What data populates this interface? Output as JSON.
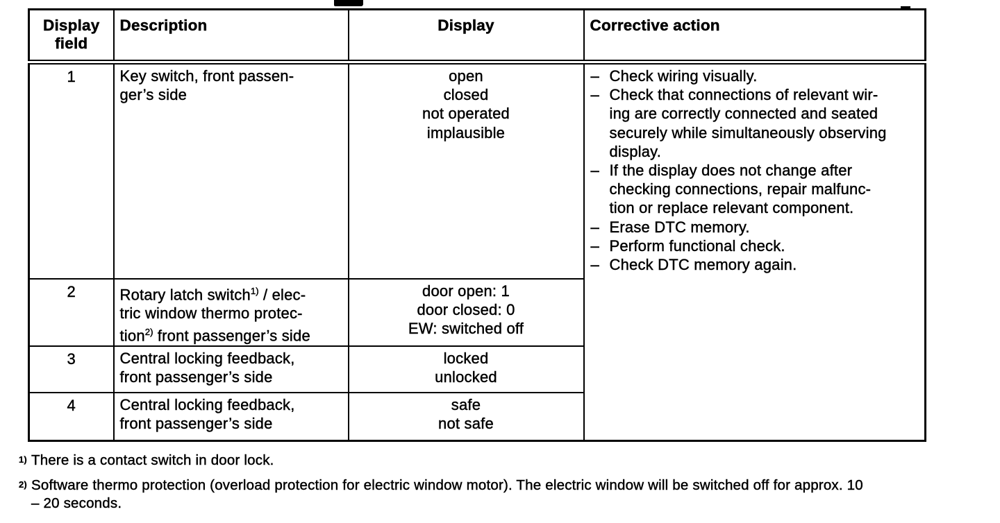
{
  "document": {
    "table": {
      "headers": {
        "display_field": "Display\nfield",
        "description": "Description",
        "display": "Display",
        "corrective_action": "Corrective action"
      },
      "rows": [
        {
          "field": "1",
          "description": [
            {
              "t": "Key switch, front passen-\nger’s side"
            }
          ],
          "display": "open\nclosed\nnot operated\nimplausible"
        },
        {
          "field": "2",
          "description": [
            {
              "t": "Rotary latch switch"
            },
            {
              "t": "1)",
              "sup": true
            },
            {
              "t": " / elec-\ntric window thermo protec-\ntion"
            },
            {
              "t": "2)",
              "sup": true
            },
            {
              "t": " front passenger’s side"
            }
          ],
          "display": "door open: 1\ndoor closed: 0\nEW: switched off"
        },
        {
          "field": "3",
          "description": [
            {
              "t": "Central locking feedback,\nfront passenger’s side"
            }
          ],
          "display": "locked\nunlocked"
        },
        {
          "field": "4",
          "description": [
            {
              "t": "Central locking feedback,\nfront passenger’s side"
            }
          ],
          "display": "safe\nnot safe"
        }
      ],
      "bullet": "–",
      "corrective_actions": [
        "Check wiring visually.",
        "Check that connections of relevant wir-\ning are correctly connected and seated\nsecurely while simultaneously observing\ndisplay.",
        "If the display does not change after\nchecking connections, repair malfunc-\ntion or replace relevant component.",
        "Erase DTC memory.",
        "Perform functional check.",
        "Check DTC memory again."
      ]
    },
    "footnotes": [
      {
        "marker": "1)",
        "text": "There is a contact switch in door lock."
      },
      {
        "marker": "2)",
        "text": "Software thermo protection (overload protection for electric window motor). The electric window will be switched off for approx. 10\n– 20 seconds."
      }
    ],
    "colors": {
      "ink": "#000000",
      "paper": "#ffffff"
    }
  }
}
